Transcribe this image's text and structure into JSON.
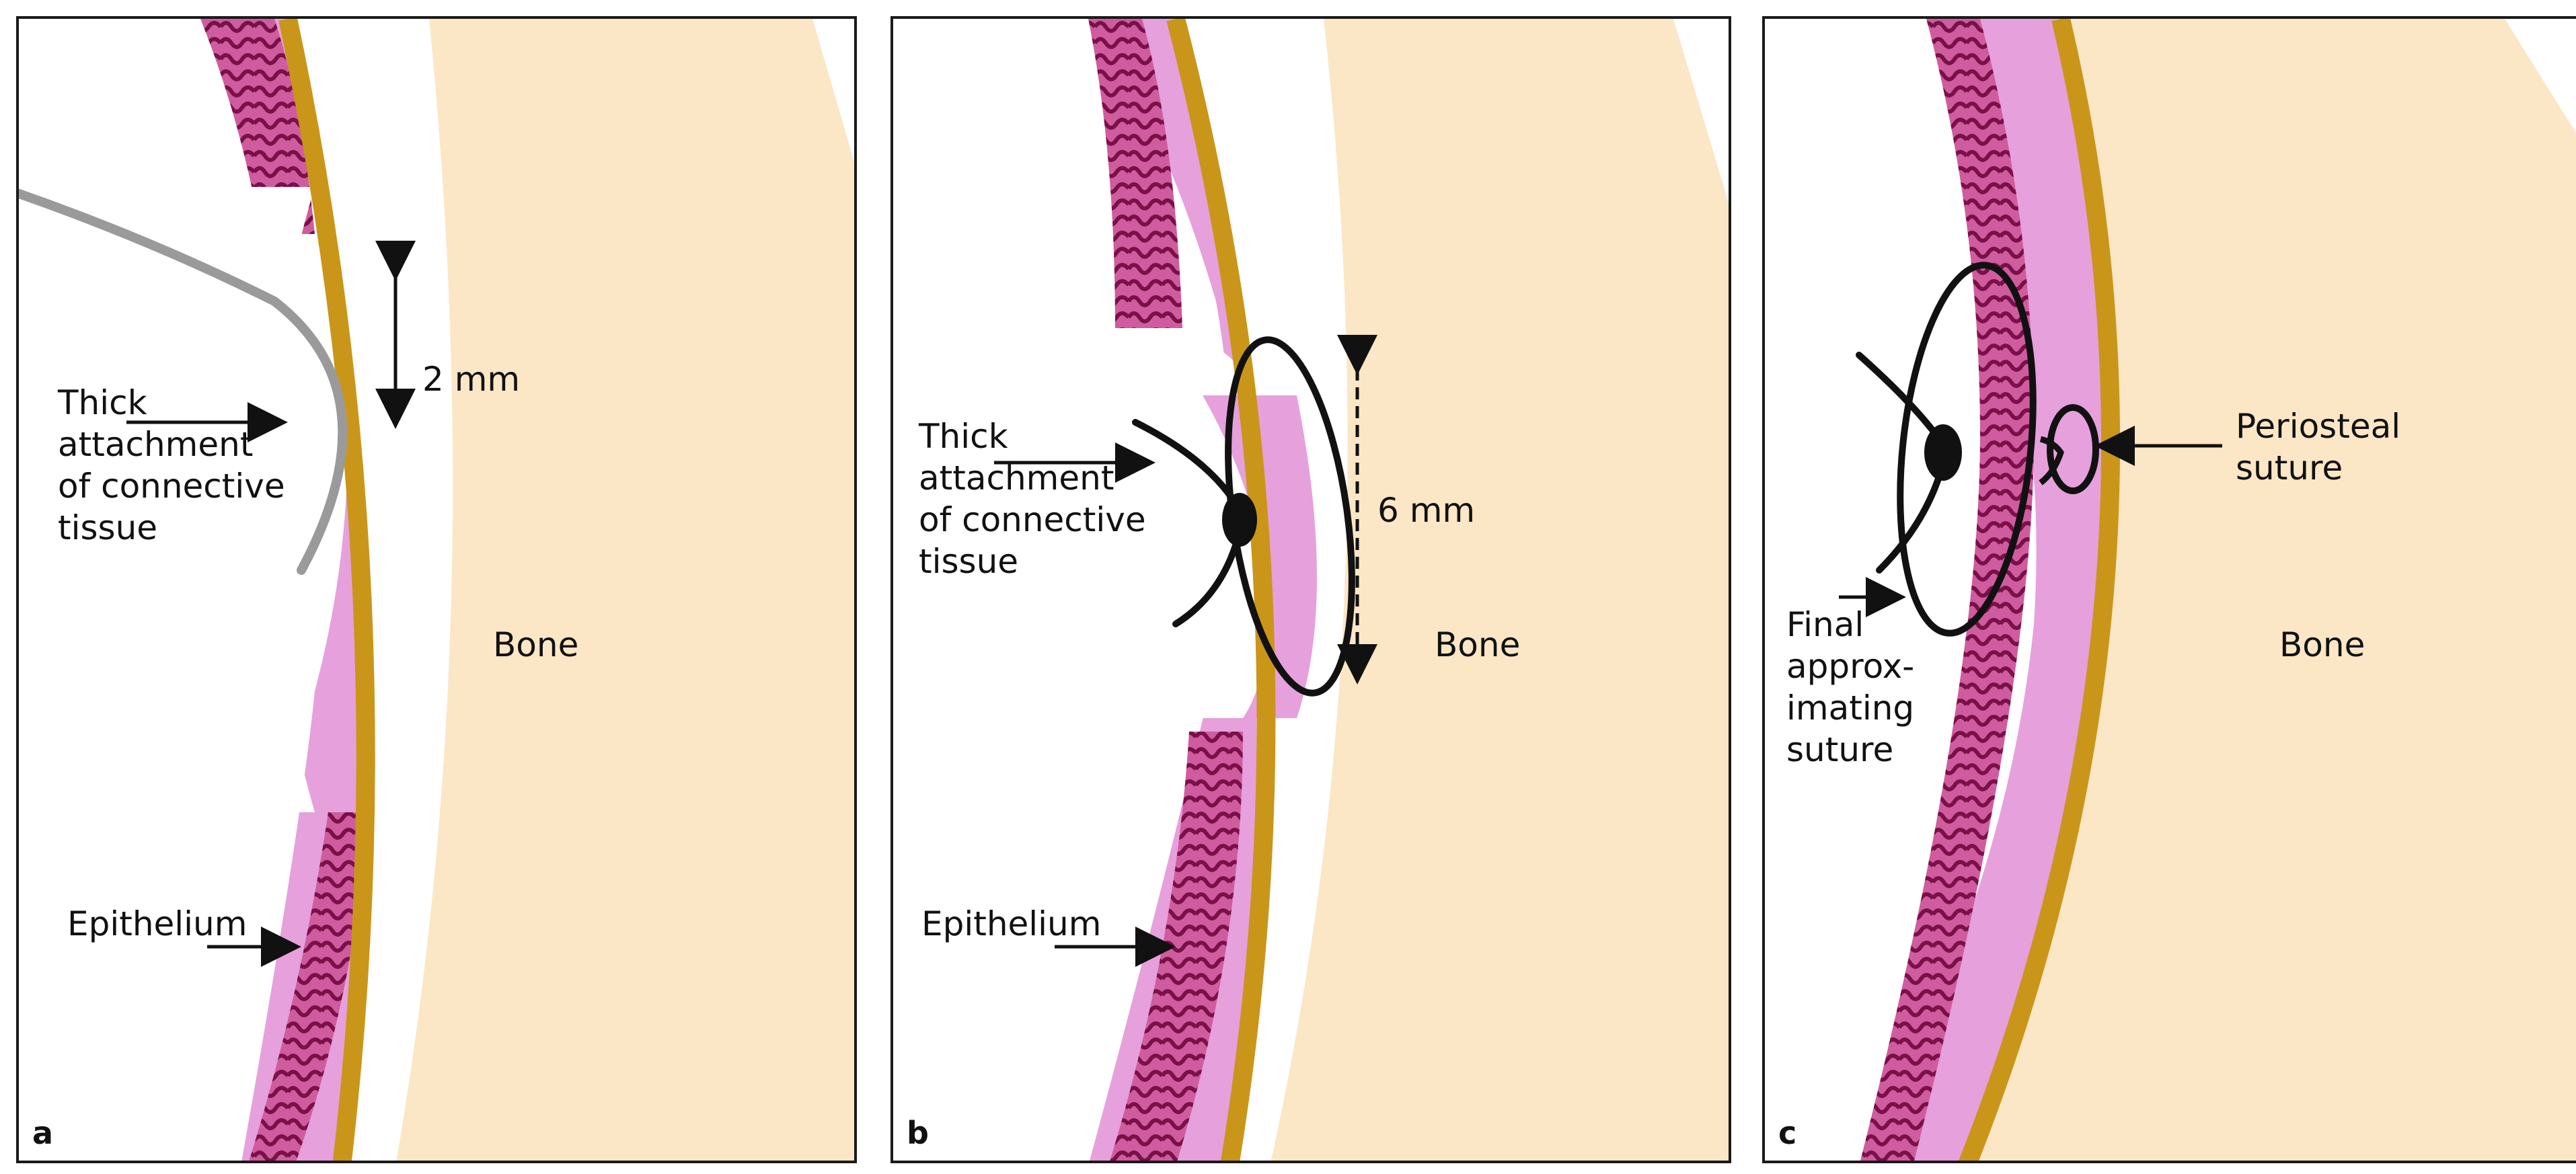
{
  "panels": [
    {
      "letter": "a",
      "labels": {
        "connective": "Thick\nattachment\nof connective\ntissue",
        "measure": "2 mm",
        "bone": "Bone",
        "epithelium": "Epithelium"
      }
    },
    {
      "letter": "b",
      "labels": {
        "connective": "Thick\nattachment\nof connective\ntissue",
        "measure": "6 mm",
        "bone": "Bone",
        "epithelium": "Epithelium"
      }
    },
    {
      "letter": "c",
      "labels": {
        "periosteal": "Periosteal\nsuture",
        "final": "Final\napprox-\nimating\nsuture",
        "bone": "Bone"
      }
    }
  ],
  "colors": {
    "bone": "#fbe6c6",
    "periosteum": "#c9961a",
    "connective": "#e6a0dc",
    "epithelium": "#b8307a",
    "suture": "#111111",
    "needle": "#9a9a9a"
  }
}
